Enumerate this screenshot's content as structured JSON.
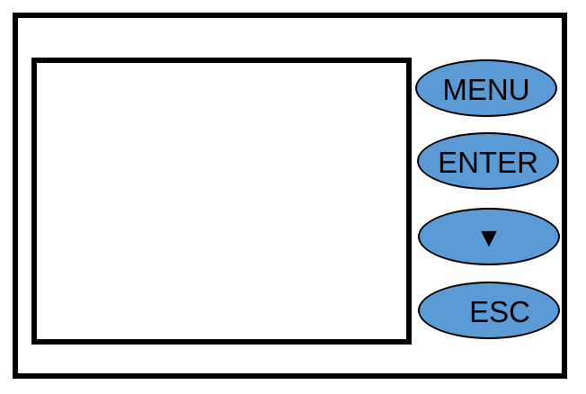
{
  "colors": {
    "button_fill": "#5b9bd5",
    "outline": "#000000",
    "background": "#ffffff"
  },
  "buttons": {
    "menu_label": "MENU",
    "enter_label": "ENTER",
    "down_label": "▼",
    "down_icon": "triangle-down-icon",
    "esc_label": "ESC"
  }
}
